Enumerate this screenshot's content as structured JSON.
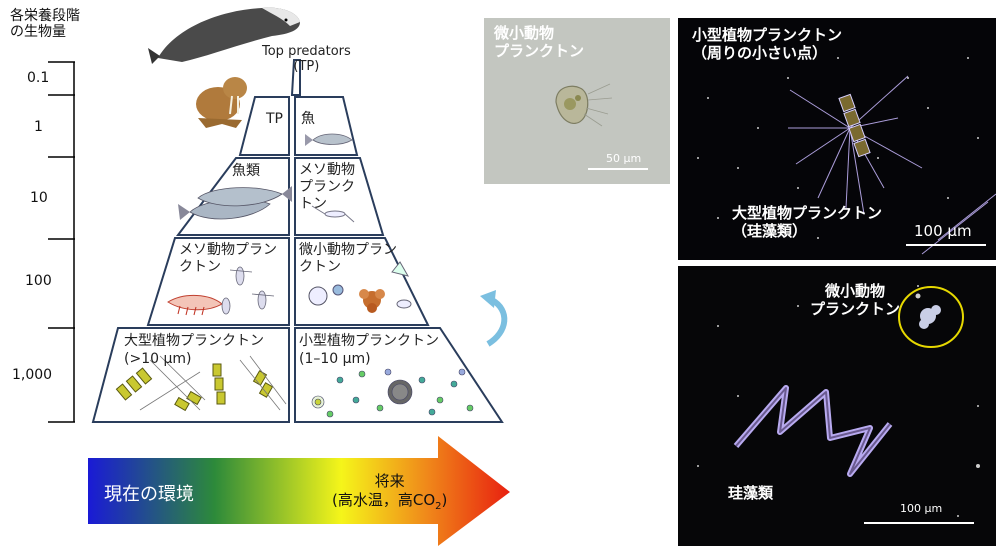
{
  "y_axis": {
    "title_line1": "各栄養段階",
    "title_line2": "の生物量",
    "ticks": [
      "0.1",
      "1",
      "10",
      "100",
      "1,000"
    ]
  },
  "pyramid": {
    "top_label_line1": "Top predators",
    "top_label_line2": "(TP)",
    "tier1": {
      "left": "TP",
      "right": "魚"
    },
    "tier2": {
      "left": "魚類",
      "right_line1": "メソ動物",
      "right_line2": "プランク",
      "right_line3": "トン"
    },
    "tier3": {
      "left_line1": "メソ動物プラン",
      "left_line2": "クトン",
      "right_line1": "微小動物プラン",
      "right_line2": "クトン"
    },
    "tier4": {
      "left_line1": "大型植物プランクトン",
      "left_line2": "(>10 μm)",
      "right_line1": "小型植物プランクトン",
      "right_line2": "(1–10 μm)"
    }
  },
  "arrow": {
    "left_text": "現在の環境",
    "right_line1": "将来",
    "right_line2_a": "(高水温，高CO",
    "right_line2_sub": "2",
    "right_line2_b": ")",
    "colors": [
      "#1a1ad6",
      "#2d8a3a",
      "#f5f51a",
      "#f08a1a",
      "#e82010"
    ]
  },
  "photos": {
    "p1": {
      "label_line1": "微小動物",
      "label_line2": "プランクトン",
      "scale": "50 µm"
    },
    "p2": {
      "label_line1": "小型植物プランクトン",
      "label_line2": "（周りの小さい点）",
      "label2_line1": "大型植物プランクトン",
      "label2_line2": "（珪藻類）",
      "scale": "100 µm"
    },
    "p3": {
      "label_line1": "微小動物",
      "label_line2": "プランクトン",
      "label2": "珪藻類",
      "scale": "100 µm"
    }
  }
}
